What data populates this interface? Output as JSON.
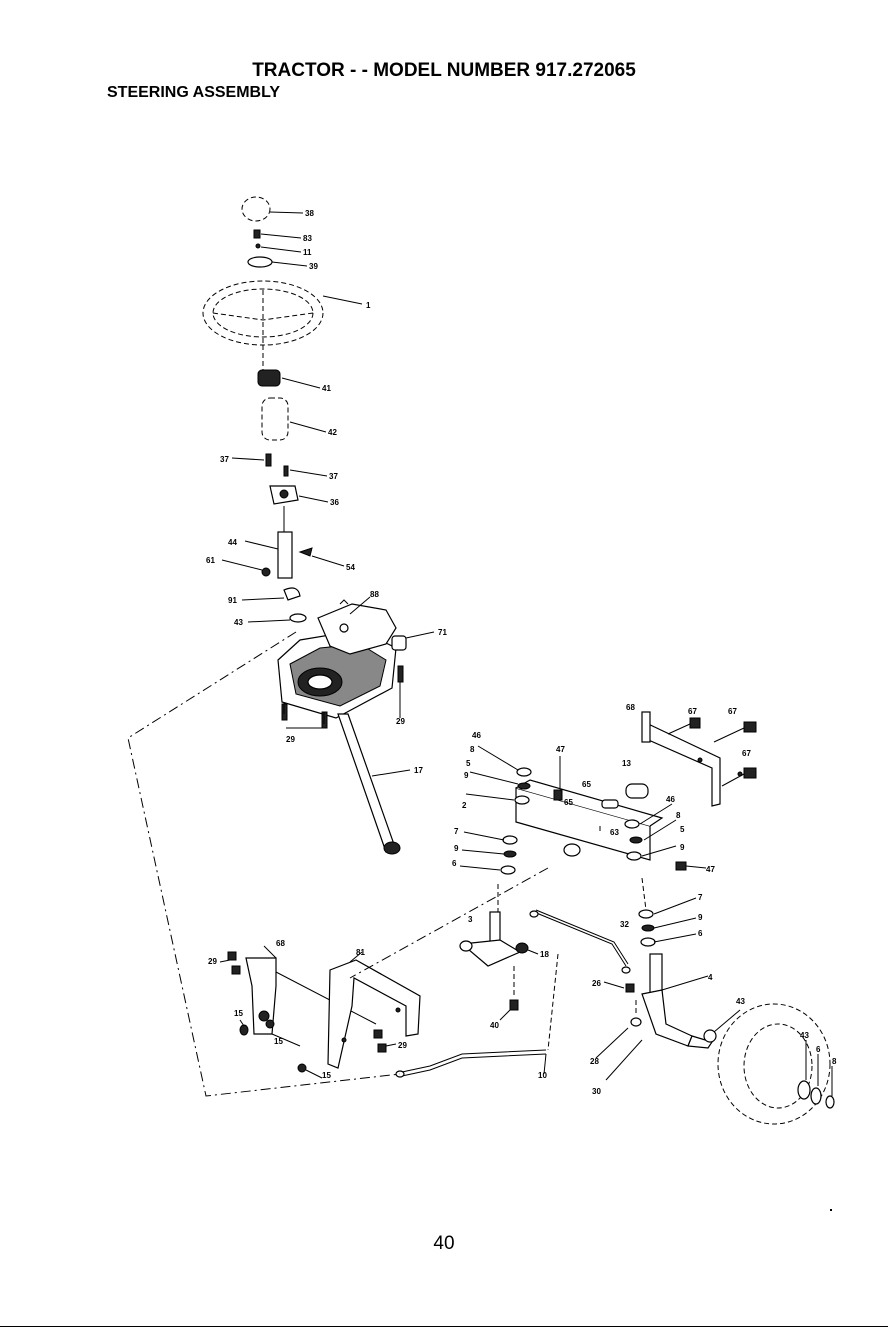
{
  "header": {
    "title": "TRACTOR - - MODEL NUMBER  917.272065",
    "section": "STEERING ASSEMBLY"
  },
  "footer": {
    "page_number": "40"
  },
  "callouts": {
    "c38": "38",
    "c83": "83",
    "c11": "11",
    "c39": "39",
    "c1": "1",
    "c41": "41",
    "c42": "42",
    "c37a": "37",
    "c37b": "37",
    "c36": "36",
    "c44": "44",
    "c61": "61",
    "c54": "54",
    "c91": "91",
    "c43a": "43",
    "c88": "88",
    "c71": "71",
    "c29a": "29",
    "c29b": "29",
    "c17": "17",
    "c46a": "46",
    "c8a": "8",
    "c5a": "5",
    "c9a": "9",
    "c2": "2",
    "c47a": "47",
    "c65a": "65",
    "c65b": "65",
    "c13": "13",
    "c68a": "68",
    "c67a": "67",
    "c67b": "67",
    "c67c": "67",
    "c46b": "46",
    "c8b": "8",
    "c63": "63",
    "c5b": "5",
    "c9b": "9",
    "c47b": "47",
    "c7a": "7",
    "c9c": "9",
    "c6a": "6",
    "c7b": "7",
    "c9d": "9",
    "c6b": "6",
    "c3": "3",
    "c32": "32",
    "c18": "18",
    "c68b": "68",
    "c81": "81",
    "c29c": "29",
    "c29d": "29",
    "c15a": "15",
    "c15b": "15",
    "c15c": "15",
    "c40": "40",
    "c10": "10",
    "c26": "26",
    "c4": "4",
    "c43b": "43",
    "c28": "28",
    "c30": "30",
    "c43c": "43",
    "c6c": "6",
    "c8c": "8"
  }
}
